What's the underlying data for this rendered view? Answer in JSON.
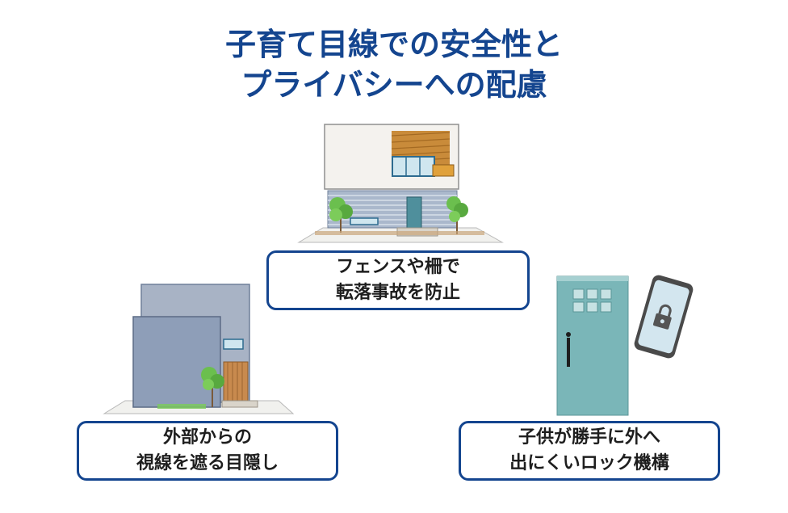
{
  "title": {
    "line1": "子育て目線での安全性と",
    "line2": "プライバシーへの配慮"
  },
  "items": [
    {
      "id": "fence",
      "line1": "フェンスや柵で",
      "line2": "転落事故を防止",
      "illustration": "house-with-balcony"
    },
    {
      "id": "privacy",
      "line1": "外部からの",
      "line2": "視線を遮る目隠し",
      "illustration": "house-with-screen-wall"
    },
    {
      "id": "lock",
      "line1": "子供が勝手に外へ",
      "line2": "出にくいロック機構",
      "illustration": "door-and-phone-lock"
    }
  ],
  "colors": {
    "title": "#14458f",
    "box_border": "#14458f",
    "door": "#7ab6b8",
    "house_gray": "#8e9eb8"
  }
}
